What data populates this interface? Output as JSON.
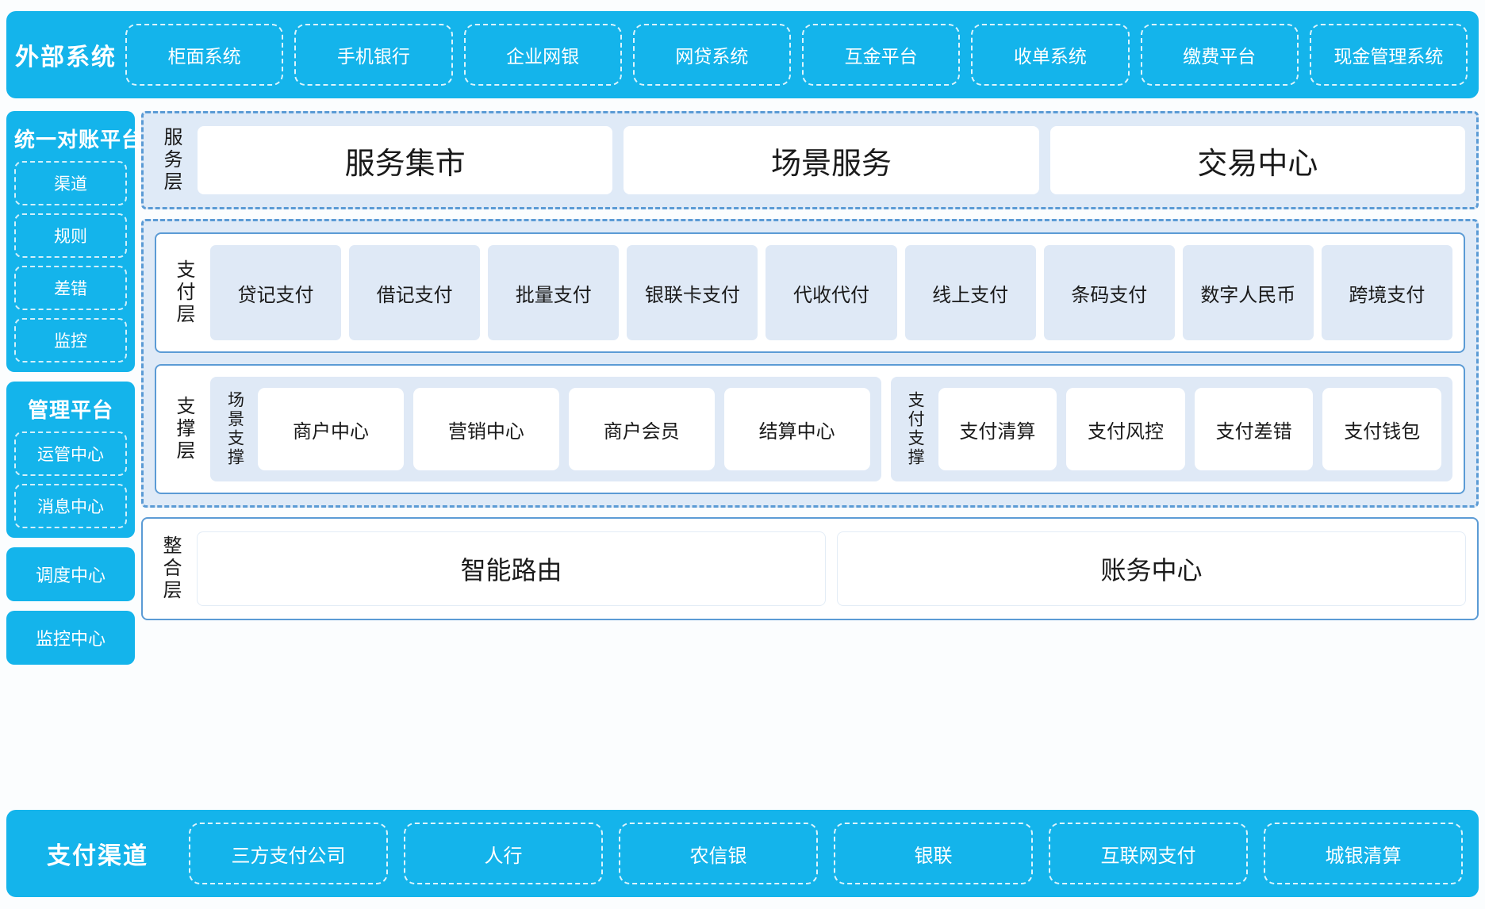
{
  "external": {
    "title": "外部系统",
    "items": [
      "柜面系统",
      "手机银行",
      "企业网银",
      "网贷系统",
      "互金平台",
      "收单系统",
      "缴费平台",
      "现金管理系统"
    ]
  },
  "left": {
    "recon": {
      "title": "统一对账平台",
      "items": [
        "渠道",
        "规则",
        "差错",
        "监控"
      ]
    },
    "manage": {
      "title": "管理平台",
      "items": [
        "运管中心",
        "消息中心"
      ]
    },
    "standalone": [
      "调度中心",
      "监控中心"
    ]
  },
  "service_layer": {
    "label": "服务层",
    "cards": [
      "服务集市",
      "场景服务",
      "交易中心"
    ]
  },
  "pay_layer": {
    "label": "支付层",
    "tiles": [
      "贷记支付",
      "借记支付",
      "批量支付",
      "银联卡支付",
      "代收代付",
      "线上支付",
      "条码支付",
      "数字人民币",
      "跨境支付"
    ]
  },
  "support_layer": {
    "label": "支撑层",
    "groups": [
      {
        "label": "场景支撑",
        "tiles": [
          "商户中心",
          "营销中心",
          "商户会员",
          "结算中心"
        ]
      },
      {
        "label": "支付支撑",
        "tiles": [
          "支付清算",
          "支付风控",
          "支付差错",
          "支付钱包"
        ]
      }
    ]
  },
  "integration_layer": {
    "label": "整合层",
    "cards": [
      "智能路由",
      "账务中心"
    ]
  },
  "channel": {
    "title": "支付渠道",
    "items": [
      "三方支付公司",
      "人行",
      "农信银",
      "银联",
      "互联网支付",
      "城银清算"
    ]
  },
  "colors": {
    "cyan": "#14b4eb",
    "dashed_blue": "#5b9bd5",
    "panel_fill": "#dfeaf7",
    "tile_fill": "#dfe9f6",
    "page_bg": "#fbfdfe"
  }
}
